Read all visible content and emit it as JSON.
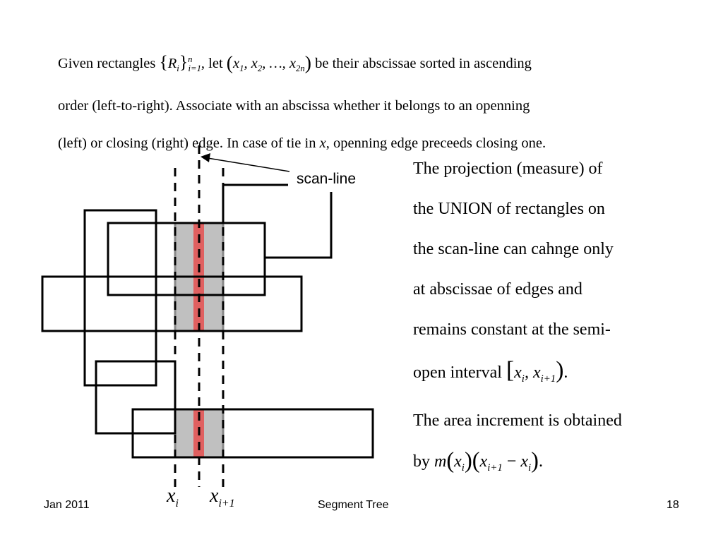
{
  "intro": {
    "given": "Given  rectangles",
    "set_r": "R",
    "set_sub": "i=1",
    "set_sup": "n",
    "let": ", let",
    "tuple_x1": "x",
    "tuple_s1": "1",
    "tuple_x2": "x",
    "tuple_s2": "2",
    "tuple_dots": "…,",
    "tuple_xn": "x",
    "tuple_sn": "2n",
    "line1_rest": "be their abscissae sorted in ascending",
    "line2": "order (left-to-right). Associate with an abscissa whether it belongs to an openning",
    "line3_a": "(left) or closing (right) edge. In case of tie in",
    "line3_x": "x",
    "line3_b": ", openning edge preceeds closing one."
  },
  "side": {
    "line1": "The projection (measure) of",
    "line2": "the UNION of rectangles on",
    "line3": "the scan-line can cahnge only",
    "line4": "at abscissae of edges and",
    "line5": "remains constant at the semi-",
    "line6_text": "open interval",
    "interval_xi": "x",
    "interval_i": "i",
    "interval_x2": "x",
    "interval_i1": "i+1",
    "interval_end": ".",
    "area1": "The area increment is obtained",
    "area2_by": "by",
    "area2_m": "m",
    "area2_xi": "x",
    "area2_i": "i",
    "area2_x3": "x",
    "area2_i3": "i+1",
    "area2_minus": "−",
    "area2_x4": "x",
    "area2_i4": "i",
    "area2_end": "."
  },
  "diagram": {
    "scanline_label": "scan-line",
    "xi_label": "x",
    "xi_sub": "i",
    "xi1_label": "x",
    "xi1_sub": "i+1"
  },
  "footer": {
    "date": "Jan 2011",
    "title": "Segment Tree",
    "page": "18"
  },
  "colors": {
    "highlight_gray": "#c0c0c0",
    "highlight_red": "#e06060"
  }
}
